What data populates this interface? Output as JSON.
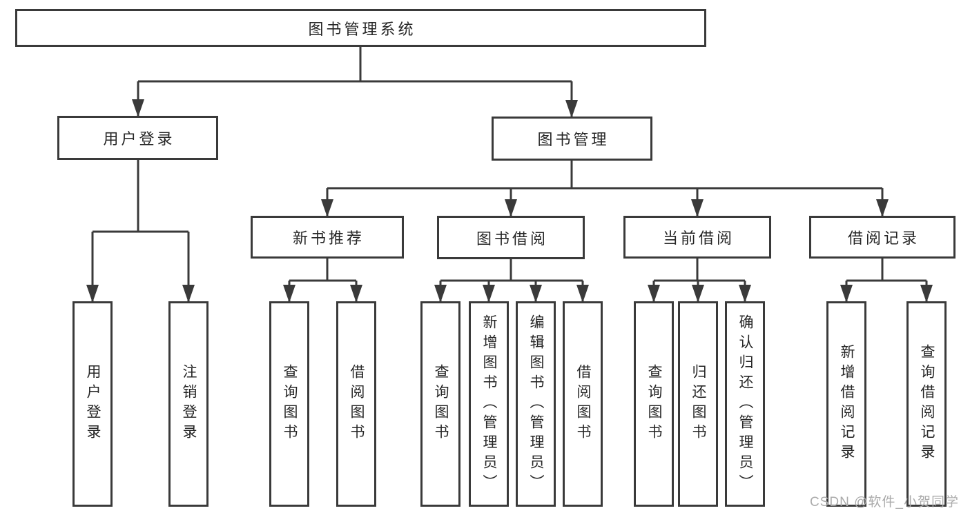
{
  "watermark": "CSDN @软件_小贺同学",
  "tree": {
    "label": "图书管理系统",
    "children": [
      {
        "label": "用户登录",
        "children": [
          {
            "label": "用户登录"
          },
          {
            "label": "注销登录"
          }
        ]
      },
      {
        "label": "图书管理",
        "children": [
          {
            "label": "新书推荐",
            "children": [
              {
                "label": "查询图书"
              },
              {
                "label": "借阅图书"
              }
            ]
          },
          {
            "label": "图书借阅",
            "children": [
              {
                "label": "查询图书"
              },
              {
                "label": "新增图书（管理员）"
              },
              {
                "label": "编辑图书（管理员）"
              },
              {
                "label": "借阅图书"
              }
            ]
          },
          {
            "label": "当前借阅",
            "children": [
              {
                "label": "查询图书"
              },
              {
                "label": "归还图书"
              },
              {
                "label": "确认归还（管理员）"
              }
            ]
          },
          {
            "label": "借阅记录",
            "children": [
              {
                "label": "新增借阅记录"
              },
              {
                "label": "查询借阅记录"
              }
            ]
          }
        ]
      }
    ]
  },
  "colors": {
    "line": "#3a3a3a",
    "text": "#262626",
    "watermark": "#ababab"
  }
}
